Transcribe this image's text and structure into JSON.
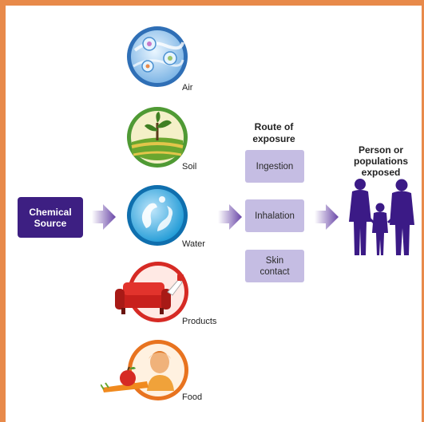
{
  "chemical_source": {
    "label": "Chemical\nSource"
  },
  "sources": [
    {
      "label": "Air",
      "icon": "air-icon"
    },
    {
      "label": "Soil",
      "icon": "soil-icon"
    },
    {
      "label": "Water",
      "icon": "water-icon"
    },
    {
      "label": "Products",
      "icon": "products-icon"
    },
    {
      "label": "Food",
      "icon": "food-icon"
    }
  ],
  "route": {
    "title": "Route of\nexposure",
    "items": [
      "Ingestion",
      "Inhalation",
      "Skin\ncontact"
    ]
  },
  "person": {
    "title": "Person or\npopulations\nexposed",
    "icon": "family-icon"
  },
  "colors": {
    "border": "#e88a4a",
    "source_box": "#3d1f82",
    "route_box": "#c5bde3",
    "arrow": "#6a47a8",
    "people": "#3b1a86"
  }
}
